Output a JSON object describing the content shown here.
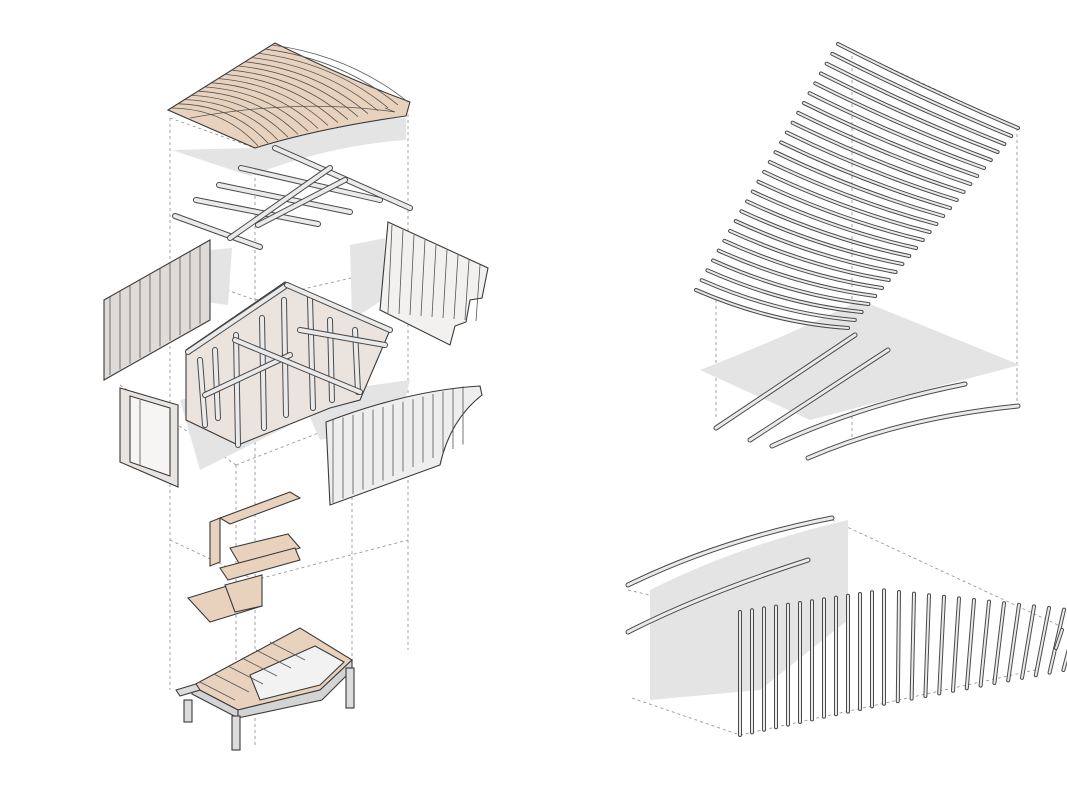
{
  "colors": {
    "background": "#ffffff",
    "outline": "#3a3a3a",
    "timber": "#e9d2bd",
    "grey_timber": "#dedbd8",
    "shadow": "#e4e4e4",
    "guide_line": "#9a9a9a"
  },
  "views": [
    {
      "name": "exploded-assembly",
      "parts": [
        "curved-roof-deck",
        "roof-purlins",
        "back-wall-panel",
        "rafter-wall-panel",
        "timber-frame",
        "door-wall-panel",
        "curved-slat-wall",
        "bench-and-shelf",
        "floor-platform"
      ]
    },
    {
      "name": "roof-battens-detail",
      "parts": [
        "curved-battens",
        "shadow-plane",
        "straight-rods",
        "curved-rods"
      ]
    },
    {
      "name": "wall-slats-detail",
      "parts": [
        "curved-top-rails",
        "shadow-plane",
        "vertical-slats"
      ]
    }
  ]
}
